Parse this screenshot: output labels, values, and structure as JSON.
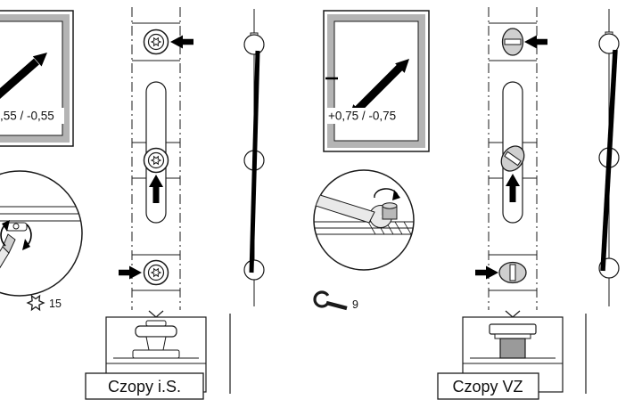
{
  "diagram": {
    "left": {
      "adjustment_range": ",55 / -0,55",
      "tool_size": "15",
      "tool_icon": "torx-icon",
      "caption": "Czopy i.S."
    },
    "right": {
      "adjustment_range": "+0,75 / -0,75",
      "tool_size": "9",
      "tool_icon": "wrench-icon",
      "caption": "Czopy VZ"
    },
    "colors": {
      "line": "#1a1a1a",
      "arrow_black": "#000000",
      "frame_gray": "#b4b4b4",
      "pin_gray": "#cfcfcf",
      "metal_gray": "#9a9a9a",
      "tool_gray": "#e9e9e9"
    }
  }
}
